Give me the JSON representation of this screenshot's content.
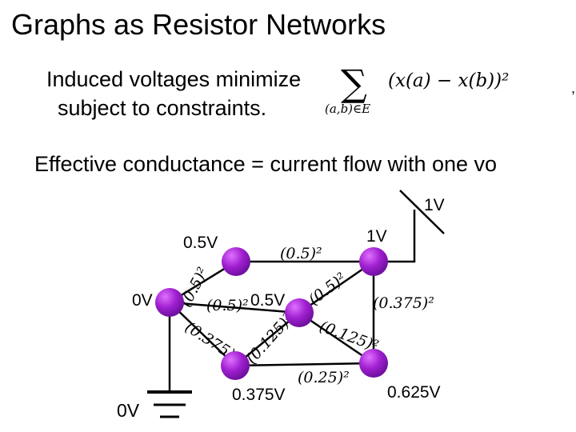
{
  "slide": {
    "title": "Graphs as Resistor Networks",
    "line1": "Induced voltages minimize",
    "formula_sum": "∑",
    "formula_body": "(x(a) − x(b))²",
    "formula_sub": "(a,b)∈E",
    "trailing_mark": ",",
    "line2": "subject to constraints.",
    "line3": "Effective conductance = current flow with one vo"
  },
  "diagram": {
    "colors": {
      "node": "#a020d0",
      "node_highlight": "#e070ff",
      "edge": "#000000"
    },
    "labels": {
      "battery_voltage": "1V",
      "top_left_node": "0.5V",
      "top_right_node": "1V",
      "left_node": "0V",
      "center_node": "0.5V",
      "bottom_center_node": "0.375V",
      "bottom_right_node": "0.625V",
      "ground": "0V"
    },
    "edge_labels": {
      "top": "(0.5)²",
      "left_upper": "(0.5)²",
      "center_left": "(0.5)²",
      "center_right": "(0.5)²",
      "right_vertical": "(0.375)²",
      "left_lower": "(0.375)²",
      "center_lower": "(0.125)²",
      "right_diag": "(0.125)²",
      "bottom": "(0.25)²"
    }
  }
}
